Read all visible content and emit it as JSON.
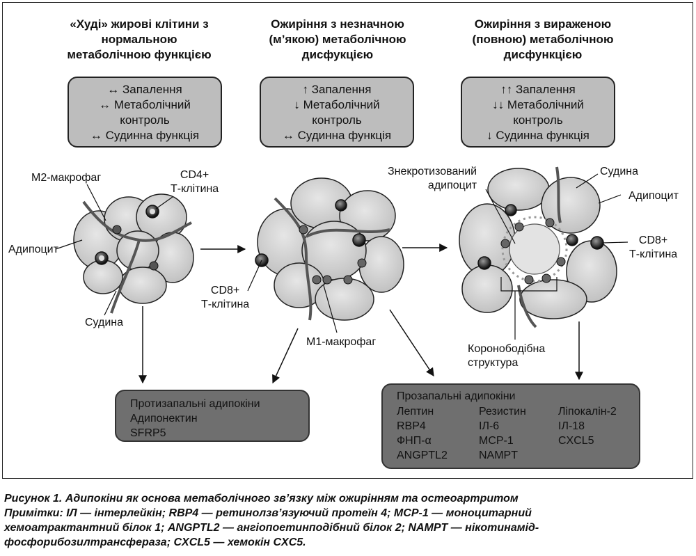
{
  "columns": [
    {
      "title": [
        "«Худі» жирові клітини з",
        "нормальною",
        "метаболічною функцією"
      ],
      "box": [
        "↔ Запалення",
        "↔ Метаболічний",
        "контроль",
        "↔ Судинна функція"
      ]
    },
    {
      "title": [
        "Ожиріння з незначною",
        "(м’якою) метаболічною",
        "дисфукцією"
      ],
      "box": [
        "↑ Запалення",
        "↓ Метаболічний",
        "контроль",
        "↔ Судинна функція"
      ]
    },
    {
      "title": [
        "Ожиріння з вираженою",
        "(повною) метаболічною",
        "дисфункцією"
      ],
      "box": [
        "↑↑ Запалення",
        "↓↓ Метаболічний",
        "контроль",
        "↓ Судинна функція"
      ]
    }
  ],
  "labels": {
    "m2_macrophage": "М2-макрофаг",
    "cd4_line1": "CD4+",
    "cd4_line2": "Т-клітина",
    "adipocyte_left": "Адипоцит",
    "vessel_left": "Судина",
    "cd8_mid_line1": "CD8+",
    "cd8_mid_line2": "Т-клітина",
    "m1_macrophage": "М1-макрофаг",
    "necrotic_line1": "Знекротизований",
    "necrotic_line2": "адипоцит",
    "vessel_right": "Судина",
    "adipocyte_right": "Адипоцит",
    "cd8_right_line1": "CD8+",
    "cd8_right_line2": "Т-клітина",
    "crown_line1": "Коронободібна",
    "crown_line2": "структура"
  },
  "anti_box": {
    "title": "Протизапальні адипокіни",
    "items": [
      "Адипонектин",
      "SFRP5"
    ]
  },
  "pro_box": {
    "title": "Прозапальні адипокіни",
    "col1": [
      "Лептин",
      "RBP4",
      "ФНП-α",
      "ANGPTL2"
    ],
    "col2": [
      "Резистин",
      "ІЛ-6",
      "MCP-1",
      "NAMPT"
    ],
    "col3": [
      "Ліпокалін-2",
      "ІЛ-18",
      "CXCL5"
    ]
  },
  "caption": {
    "line1": "Рисунок 1. Адипокіни як основа метаболічного зв’язку між ожирінням та остеоартритом",
    "line2": "Примітки: ІЛ — інтерлейкін; RBP4 — ретинолзв’язуючий протеїн 4; MCP-1 — моноцитарний",
    "line3": "хемоатрактантний білок 1; ANGPTL2 — ангіопоетинподібний білок 2; NAMPT — нікотинамід-",
    "line4": "фосфорибозилтрансфераза; CXCL5 — хемокін CXC5."
  }
}
